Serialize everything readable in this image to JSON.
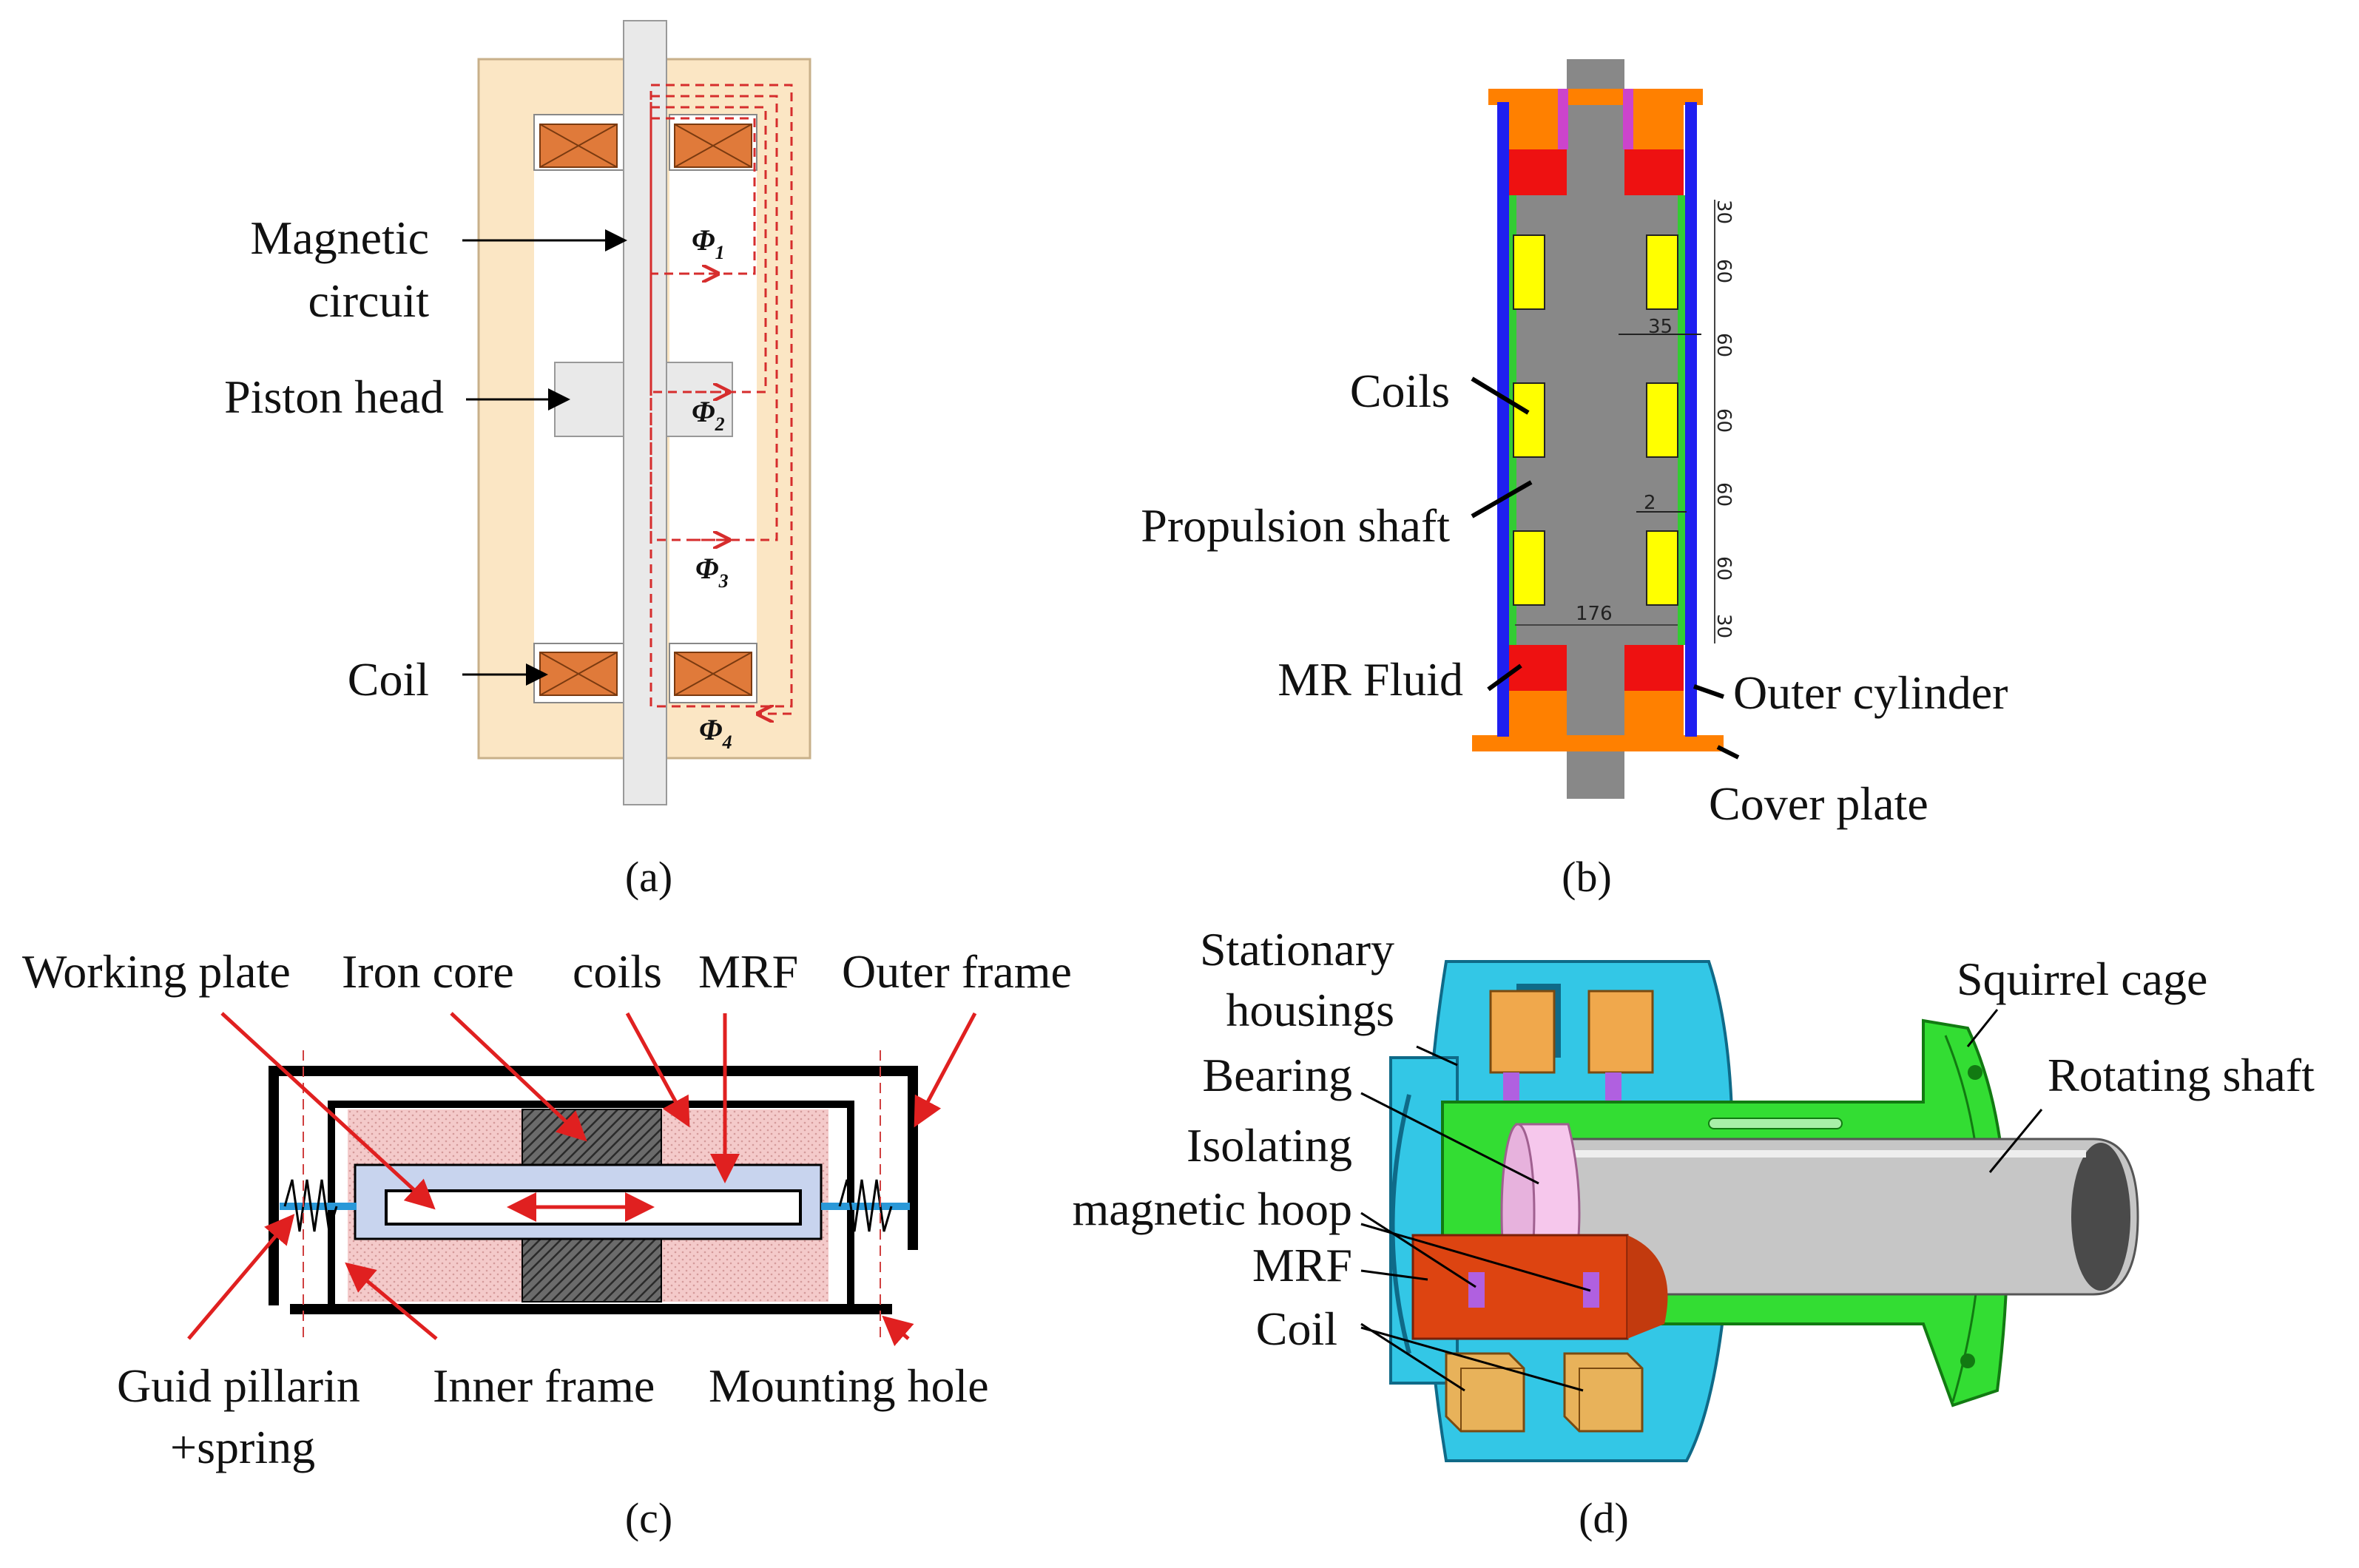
{
  "panel_a": {
    "labels": {
      "magnetic_circuit": [
        "Magnetic",
        "circuit"
      ],
      "piston_head": "Piston head",
      "coil": "Coil"
    },
    "flux": {
      "symbol": "Φ",
      "sub1": "1",
      "sub2": "2",
      "sub3": "3",
      "sub4": "4"
    },
    "caption": "(a)"
  },
  "panel_b": {
    "labels": {
      "coils": "Coils",
      "propulsion_shaft": "Propulsion shaft",
      "mr_fluid": "MR Fluid",
      "outer_cylinder": "Outer cylinder",
      "cover_plate": "Cover plate"
    },
    "dimensions": {
      "d35": "35",
      "d2": "2",
      "d176": "176",
      "stack": [
        "30",
        "60",
        "60",
        "60",
        "60",
        "60",
        "30"
      ]
    },
    "caption": "(b)"
  },
  "panel_c": {
    "labels": {
      "working_plate": "Working plate",
      "iron_core": "Iron core",
      "coils": "coils",
      "mrf": "MRF",
      "outer_frame": "Outer frame",
      "guide_pillar": [
        "Guid pillarin",
        "+spring"
      ],
      "inner_frame": "Inner frame",
      "mounting_hole": "Mounting hole"
    },
    "caption": "(c)"
  },
  "panel_d": {
    "labels": {
      "stationary_housings": [
        "Stationary",
        "housings"
      ],
      "bearing": "Bearing",
      "isolating_magnetic_hoop": [
        "Isolating",
        "magnetic hoop"
      ],
      "mrf": "MRF",
      "coil": "Coil",
      "squirrel_cage": "Squirrel cage",
      "rotating_shaft": "Rotating shaft"
    },
    "caption": "(d)"
  },
  "colors": {
    "beige": "#fbe6c4",
    "shaft_gray": "#e9e9e9",
    "coil_orange": "#e07a3a",
    "dark_gray": "#888888",
    "blue": "#1f1ff0",
    "red": "#ee1111",
    "yellow": "#ffff00",
    "orange": "#ff8000",
    "pink": "#f2c9c9",
    "light_blue": "#c8d4ee",
    "cyan": "#33c7e6",
    "green": "#33dd33",
    "rust": "#dd4411",
    "tan": "#e8b25a"
  }
}
